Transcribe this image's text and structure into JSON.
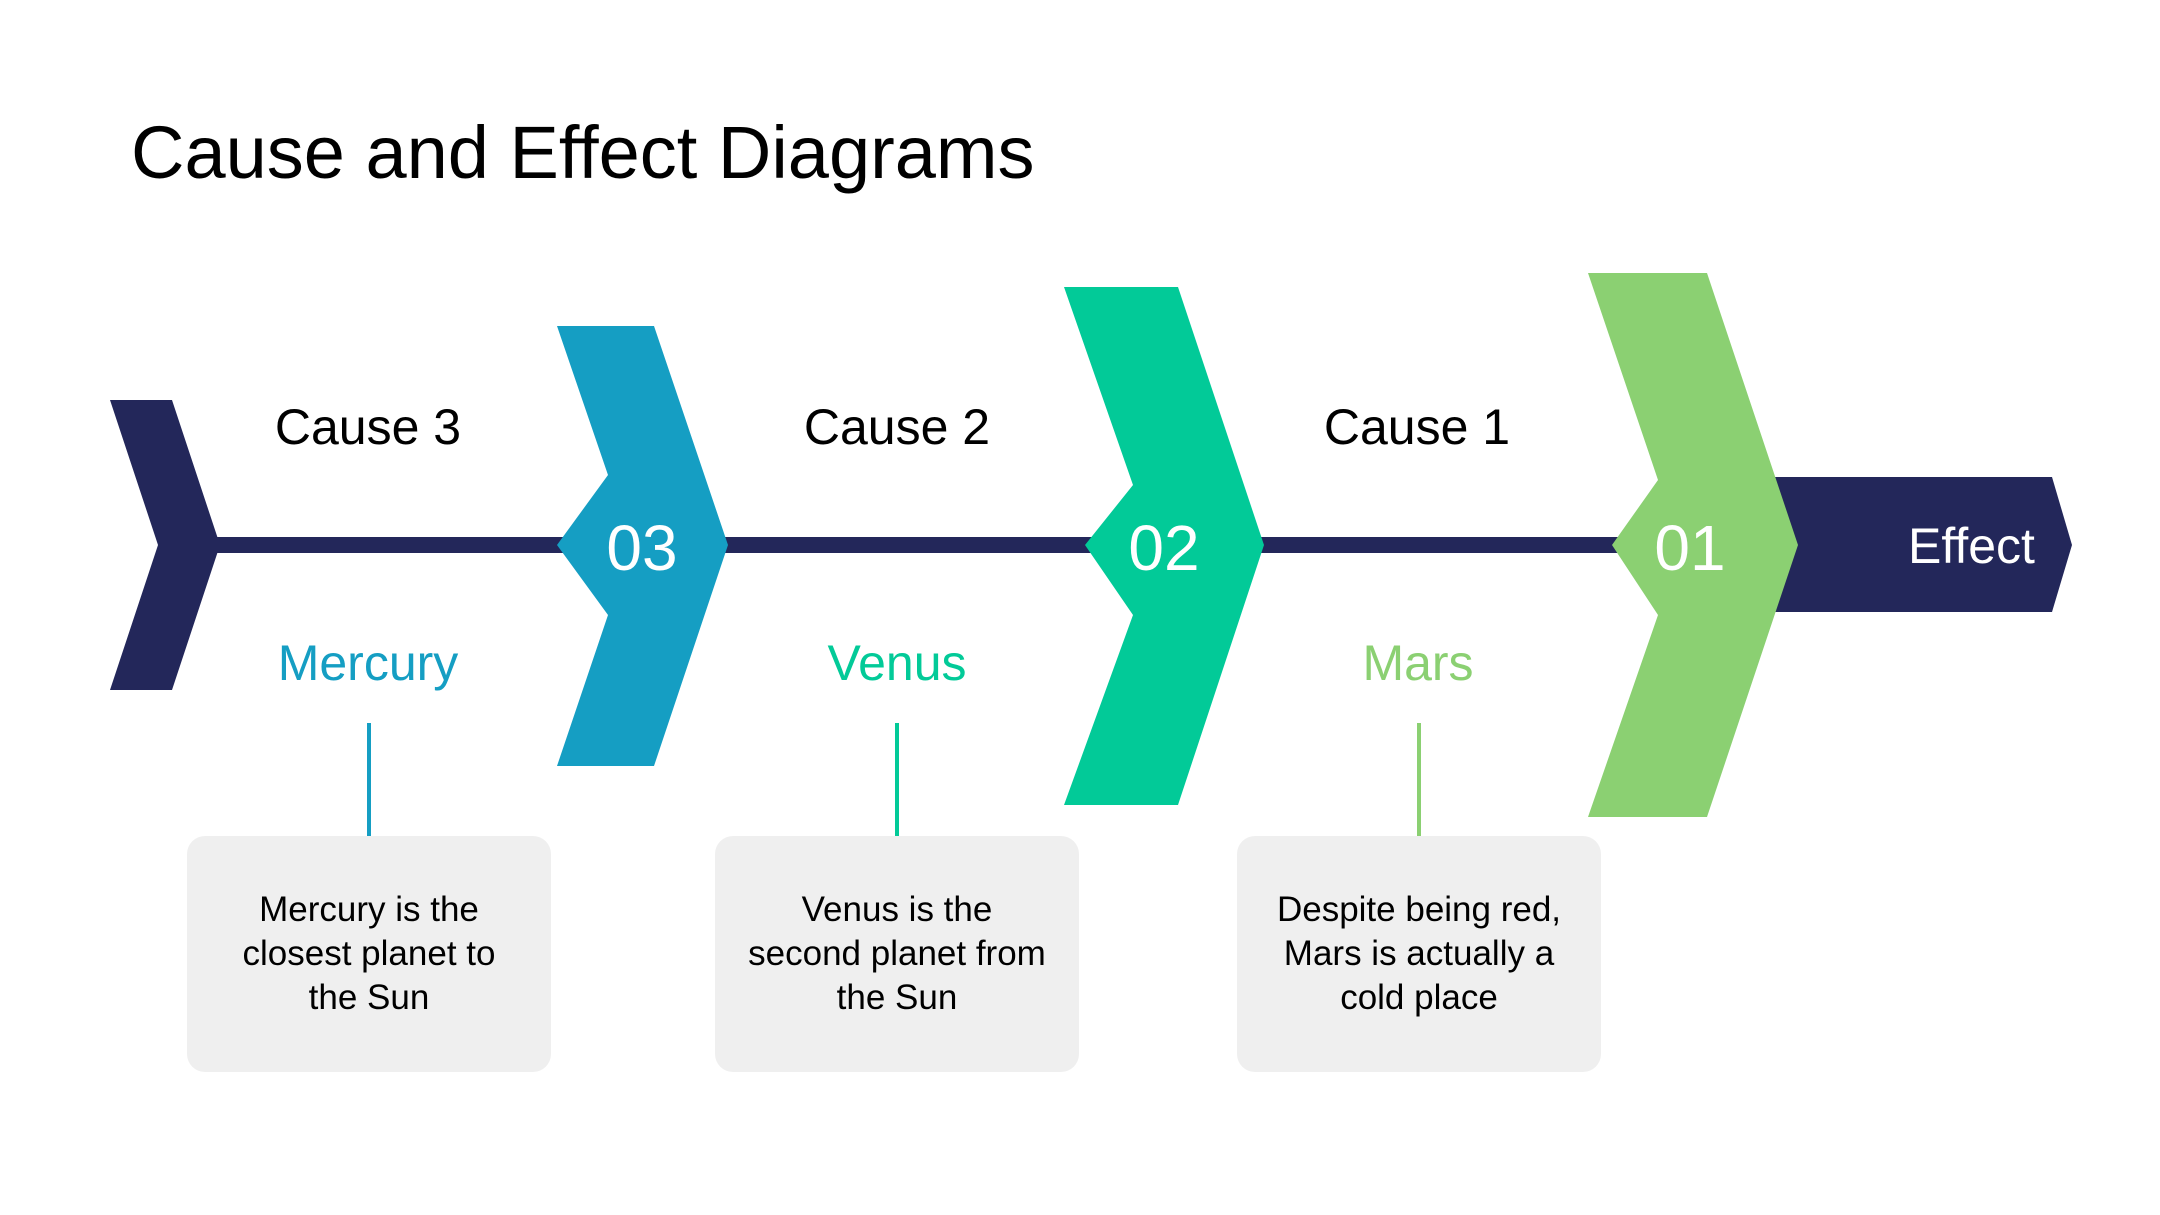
{
  "title": "Cause and Effect Diagrams",
  "colors": {
    "spine": "#23275a",
    "cause1": "#8bd072",
    "cause2": "#02ca98",
    "cause3": "#159ec3",
    "box_bg": "#efefef"
  },
  "effect": {
    "label": "Effect"
  },
  "causes": [
    {
      "number": "03",
      "title": "Cause 3",
      "planet": "Mercury",
      "text": "Mercury is the\nclosest planet to\nthe Sun",
      "color": "#159ec3"
    },
    {
      "number": "02",
      "title": "Cause 2",
      "planet": "Venus",
      "text": "Venus is the\nsecond planet from\nthe Sun",
      "color": "#02ca98"
    },
    {
      "number": "01",
      "title": "Cause 1",
      "planet": "Mars",
      "text": "Despite being red,\nMars is actually a\ncold place",
      "color": "#8bd072"
    }
  ]
}
